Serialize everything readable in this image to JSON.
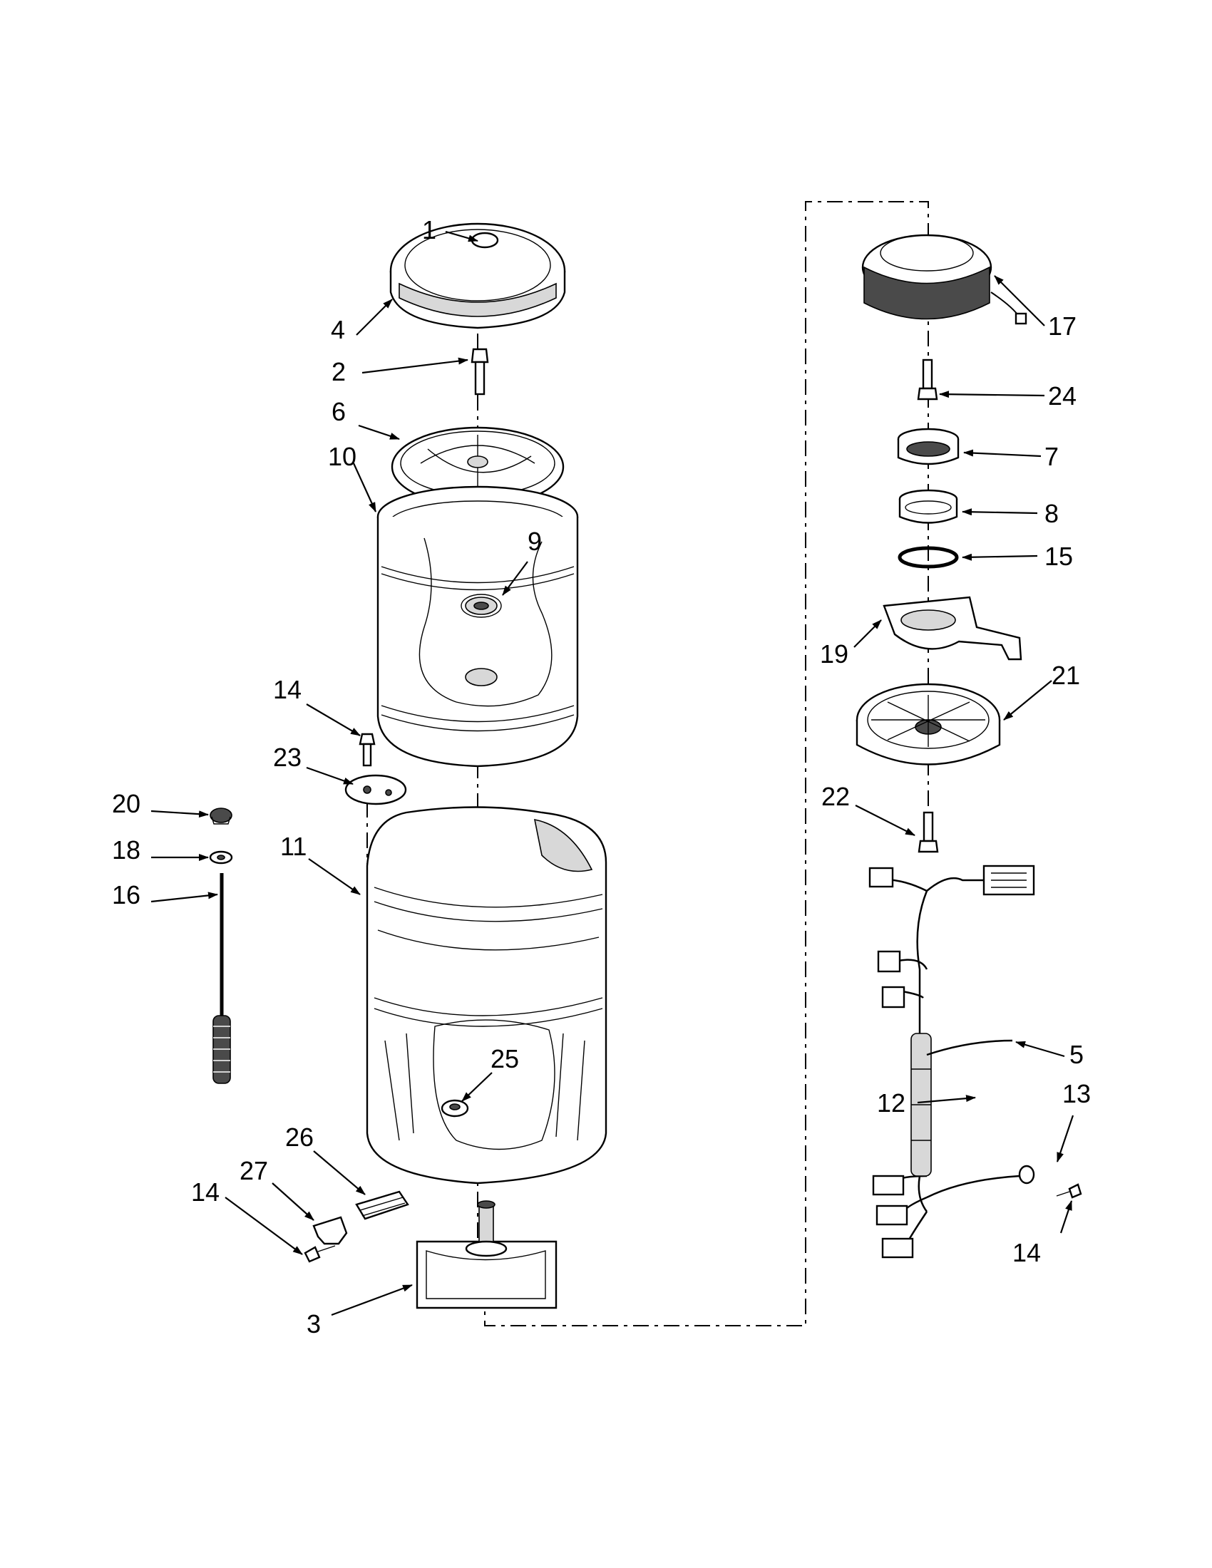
{
  "diagram": {
    "labels": [
      "1",
      "2",
      "3",
      "4",
      "5",
      "6",
      "7",
      "8",
      "9",
      "10",
      "11",
      "12",
      "13",
      "14",
      "15",
      "16",
      "17",
      "18",
      "19",
      "20",
      "21",
      "22",
      "23",
      "24",
      "25",
      "26",
      "27"
    ]
  },
  "callouts": {
    "c1": "1",
    "c2": "2",
    "c3": "3",
    "c4": "4",
    "c5": "5",
    "c6": "6",
    "c7": "7",
    "c8": "8",
    "c9": "9",
    "c10": "10",
    "c11": "11",
    "c12": "12",
    "c13": "13",
    "c14a": "14",
    "c14b": "14",
    "c14c": "14",
    "c15": "15",
    "c16": "16",
    "c17": "17",
    "c18": "18",
    "c19": "19",
    "c20": "20",
    "c21": "21",
    "c22": "22",
    "c23": "23",
    "c24": "24",
    "c25": "25",
    "c26": "26",
    "c27": "27"
  }
}
